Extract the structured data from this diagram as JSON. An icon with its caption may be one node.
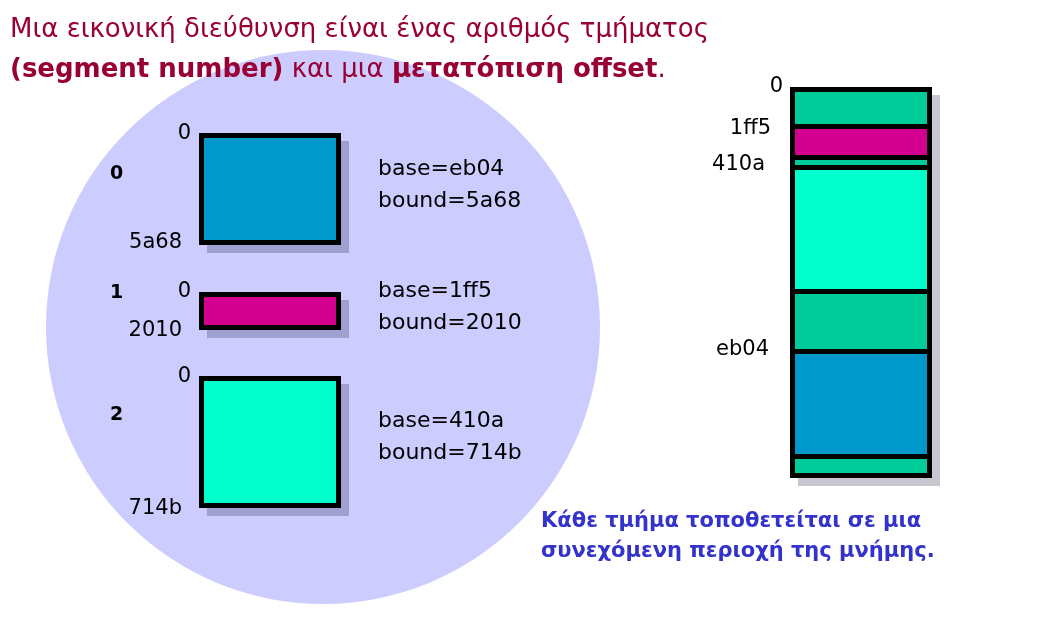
{
  "diagram": {
    "title": "Μια εικονική διεύθυνση είναι ένας αριθμός τμήματος **(segment number)** και μια **μετατόπιση offset**.",
    "caption": "Κάθε τμήμα τοποθετείται σε μια συνεχόμενη περιοχή της μνήμης.",
    "nodes": [
      {
        "text": [],
        "shape": "circle"
      },
      {
        "text": [],
        "shape": "box",
        "in": 0,
        "beside": [
          "0",
          "0",
          "5a68",
          "base=eb04",
          "bound=5a68"
        ]
      },
      {
        "text": [],
        "shape": "box",
        "in": 0,
        "beside": [
          "1",
          "0",
          "2010",
          "base=1ff5",
          "bound=2010"
        ]
      },
      {
        "text": [],
        "shape": "box",
        "in": 0,
        "beside": [
          "2",
          "0",
          "714b",
          "base=410a",
          "bound=714b"
        ]
      },
      {
        "text": [],
        "shape": "box",
        "beside": [
          "0"
        ]
      },
      {
        "text": [],
        "shape": "bar",
        "in": 4
      },
      {
        "text": [],
        "shape": "bar",
        "in": 4,
        "beside": [
          "1ff5"
        ]
      },
      {
        "text": [],
        "shape": "bar",
        "in": 4
      },
      {
        "text": [],
        "shape": "bar",
        "in": 4,
        "beside": [
          "410a"
        ]
      },
      {
        "text": [],
        "shape": "bar",
        "in": 4
      },
      {
        "text": [],
        "shape": "bar",
        "in": 4,
        "beside": [
          "eb04"
        ]
      },
      {
        "text": [],
        "shape": "bar",
        "in": 4
      }
    ]
  }
}
